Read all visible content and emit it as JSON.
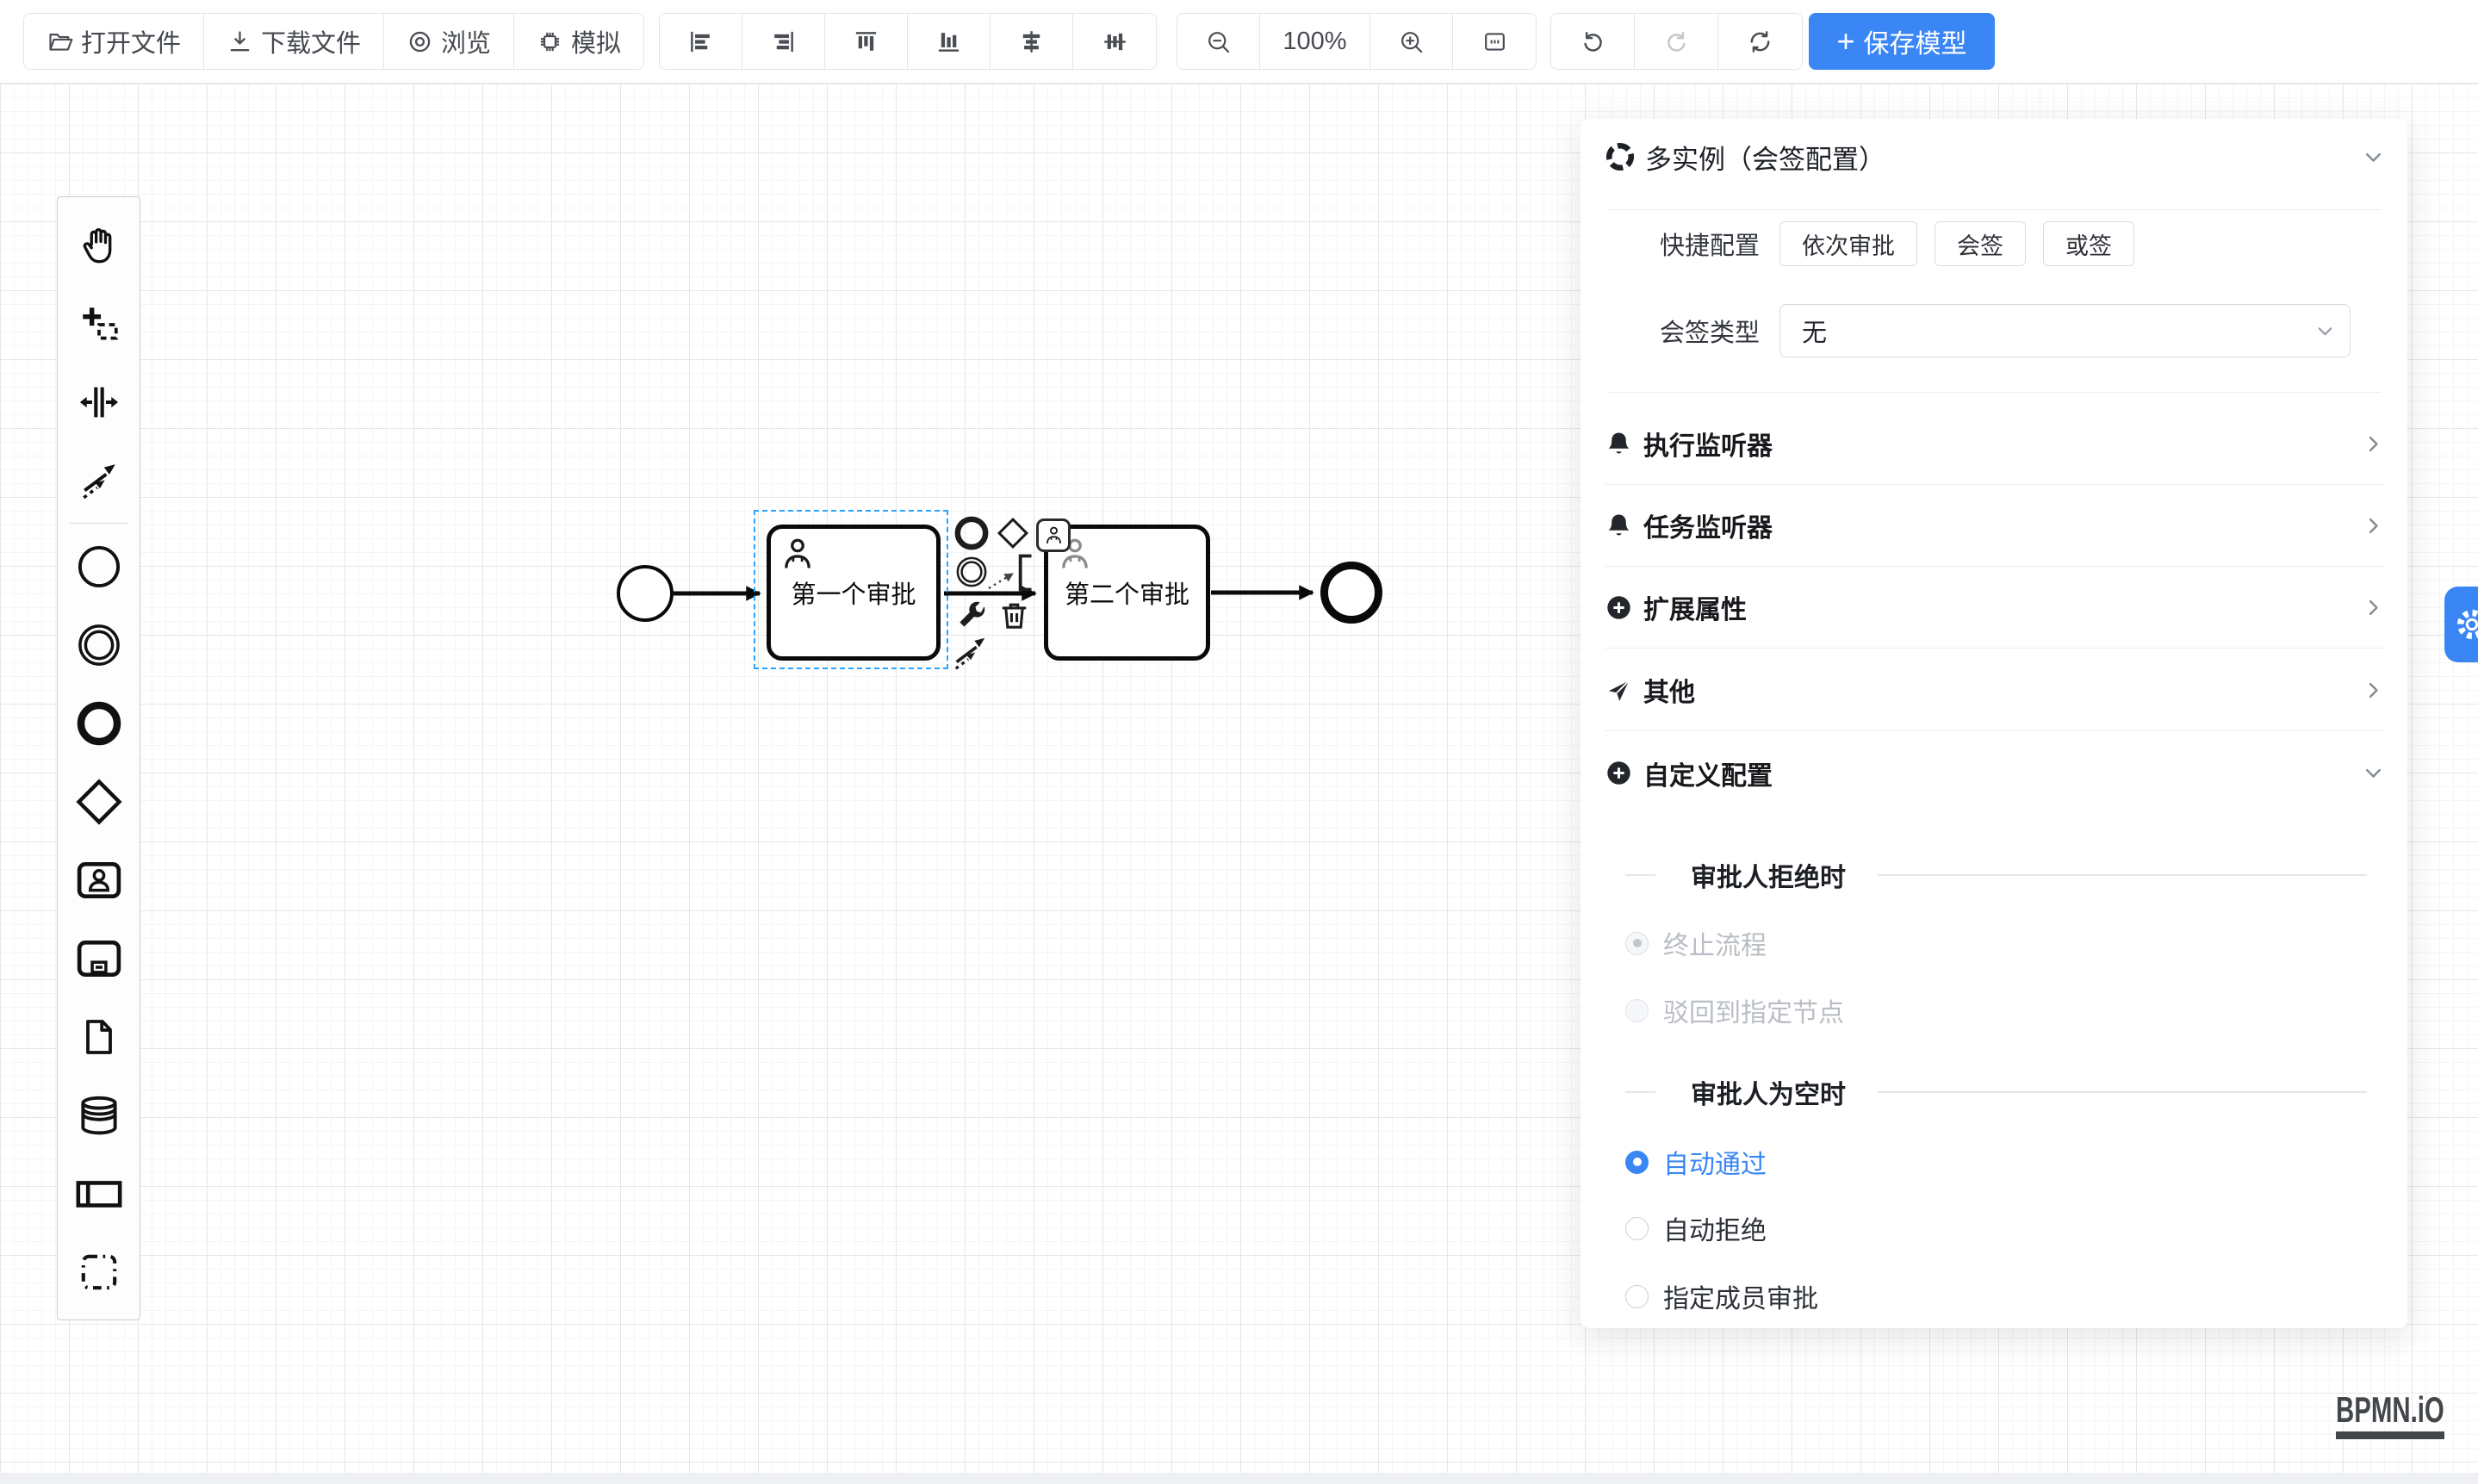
{
  "toolbar": {
    "accent": "#3a86f5",
    "file_buttons": [
      {
        "icon": "folder-open-icon",
        "label": "打开文件"
      },
      {
        "icon": "download-icon",
        "label": "下载文件"
      },
      {
        "icon": "eye-icon",
        "label": "浏览"
      },
      {
        "icon": "chip-icon",
        "label": "模拟"
      }
    ],
    "align_buttons": [
      "align-left",
      "align-right",
      "align-top",
      "align-bottom",
      "align-center-horizontal",
      "align-center-vertical"
    ],
    "zoom_level": "100%",
    "save_plus": "+",
    "save_label": "保存模型"
  },
  "palette": {
    "items": [
      "hand-tool",
      "lasso-tool",
      "space-tool",
      "global-connect-tool",
      "create-start-event",
      "create-intermediate-event",
      "create-end-event",
      "create-gateway",
      "create-user-task",
      "create-subprocess",
      "create-data-object",
      "create-data-store",
      "create-participant",
      "create-group"
    ]
  },
  "diagram": {
    "tasks": [
      {
        "label": "第一个审批",
        "selected": true
      },
      {
        "label": "第二个审批",
        "selected": false
      }
    ]
  },
  "panel": {
    "title": "多实例（会签配置）",
    "quick": {
      "label": "快捷配置",
      "buttons": [
        "依次审批",
        "会签",
        "或签"
      ]
    },
    "type": {
      "label": "会签类型",
      "value": "无"
    },
    "sections": [
      {
        "label": "执行监听器"
      },
      {
        "label": "任务监听器"
      },
      {
        "label": "扩展属性"
      },
      {
        "label": "其他"
      },
      {
        "label": "自定义配置"
      }
    ],
    "reject": {
      "title": "审批人拒绝时",
      "options": [
        {
          "label": "终止流程",
          "checked": true,
          "disabled": true
        },
        {
          "label": "驳回到指定节点",
          "checked": false,
          "disabled": true
        }
      ]
    },
    "empty": {
      "title": "审批人为空时",
      "options": [
        {
          "label": "自动通过",
          "checked": true
        },
        {
          "label": "自动拒绝",
          "checked": false
        },
        {
          "label": "指定成员审批",
          "checked": false
        }
      ]
    }
  },
  "logo": "BPMN.iO"
}
